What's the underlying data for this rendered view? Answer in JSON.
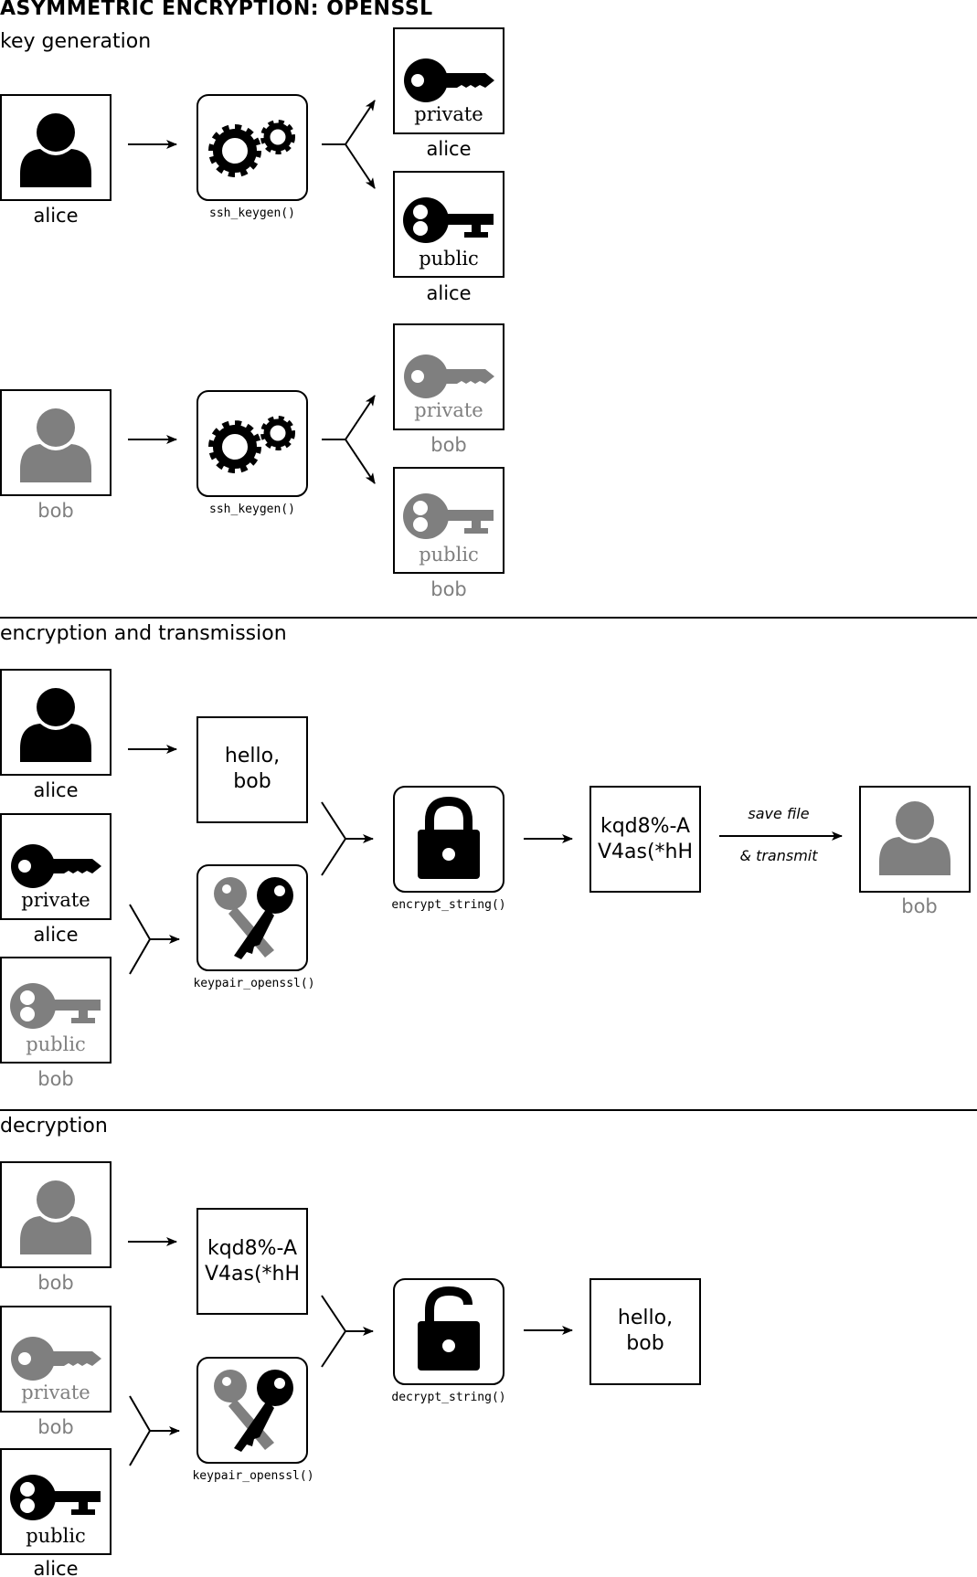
{
  "title": "ASYMMETRIC ENCRYPTION: OPENSSL",
  "colors": {
    "black": "#000000",
    "gray": "#7f7f7f"
  },
  "icon_names": {
    "person": "person-icon",
    "gear": "gear-icon",
    "private_key": "private-key-icon",
    "public_key": "public-key-icon",
    "keypair": "keypair-icon",
    "lock": "lock-icon",
    "unlock": "unlock-icon"
  },
  "sections": {
    "keygen": {
      "title": "key generation",
      "alice": {
        "person_label": "alice",
        "function": "ssh_keygen()",
        "private_key_text": "private",
        "private_caption": "alice",
        "public_key_text": "public",
        "public_caption": "alice"
      },
      "bob": {
        "person_label": "bob",
        "function": "ssh_keygen()",
        "private_key_text": "private",
        "private_caption": "bob",
        "public_key_text": "public",
        "public_caption": "bob"
      }
    },
    "encryption": {
      "title": "encryption and transmission",
      "sender_label": "alice",
      "private_key_text": "private",
      "private_caption": "alice",
      "public_key_text": "public",
      "public_caption": "bob",
      "message": [
        "hello,",
        "bob"
      ],
      "keypair_function": "keypair_openssl()",
      "encrypt_function": "encrypt_string()",
      "ciphertext": [
        "kqd8%-A",
        "V4as(*hH"
      ],
      "transmit_label": [
        "save file",
        "& transmit"
      ],
      "recipient_label": "bob"
    },
    "decryption": {
      "title": "decryption",
      "recipient_label": "bob",
      "private_key_text": "private",
      "private_caption": "bob",
      "public_key_text": "public",
      "public_caption": "alice",
      "ciphertext": [
        "kqd8%-A",
        "V4as(*hH"
      ],
      "keypair_function": "keypair_openssl()",
      "decrypt_function": "decrypt_string()",
      "plaintext": [
        "hello,",
        "bob"
      ]
    }
  }
}
